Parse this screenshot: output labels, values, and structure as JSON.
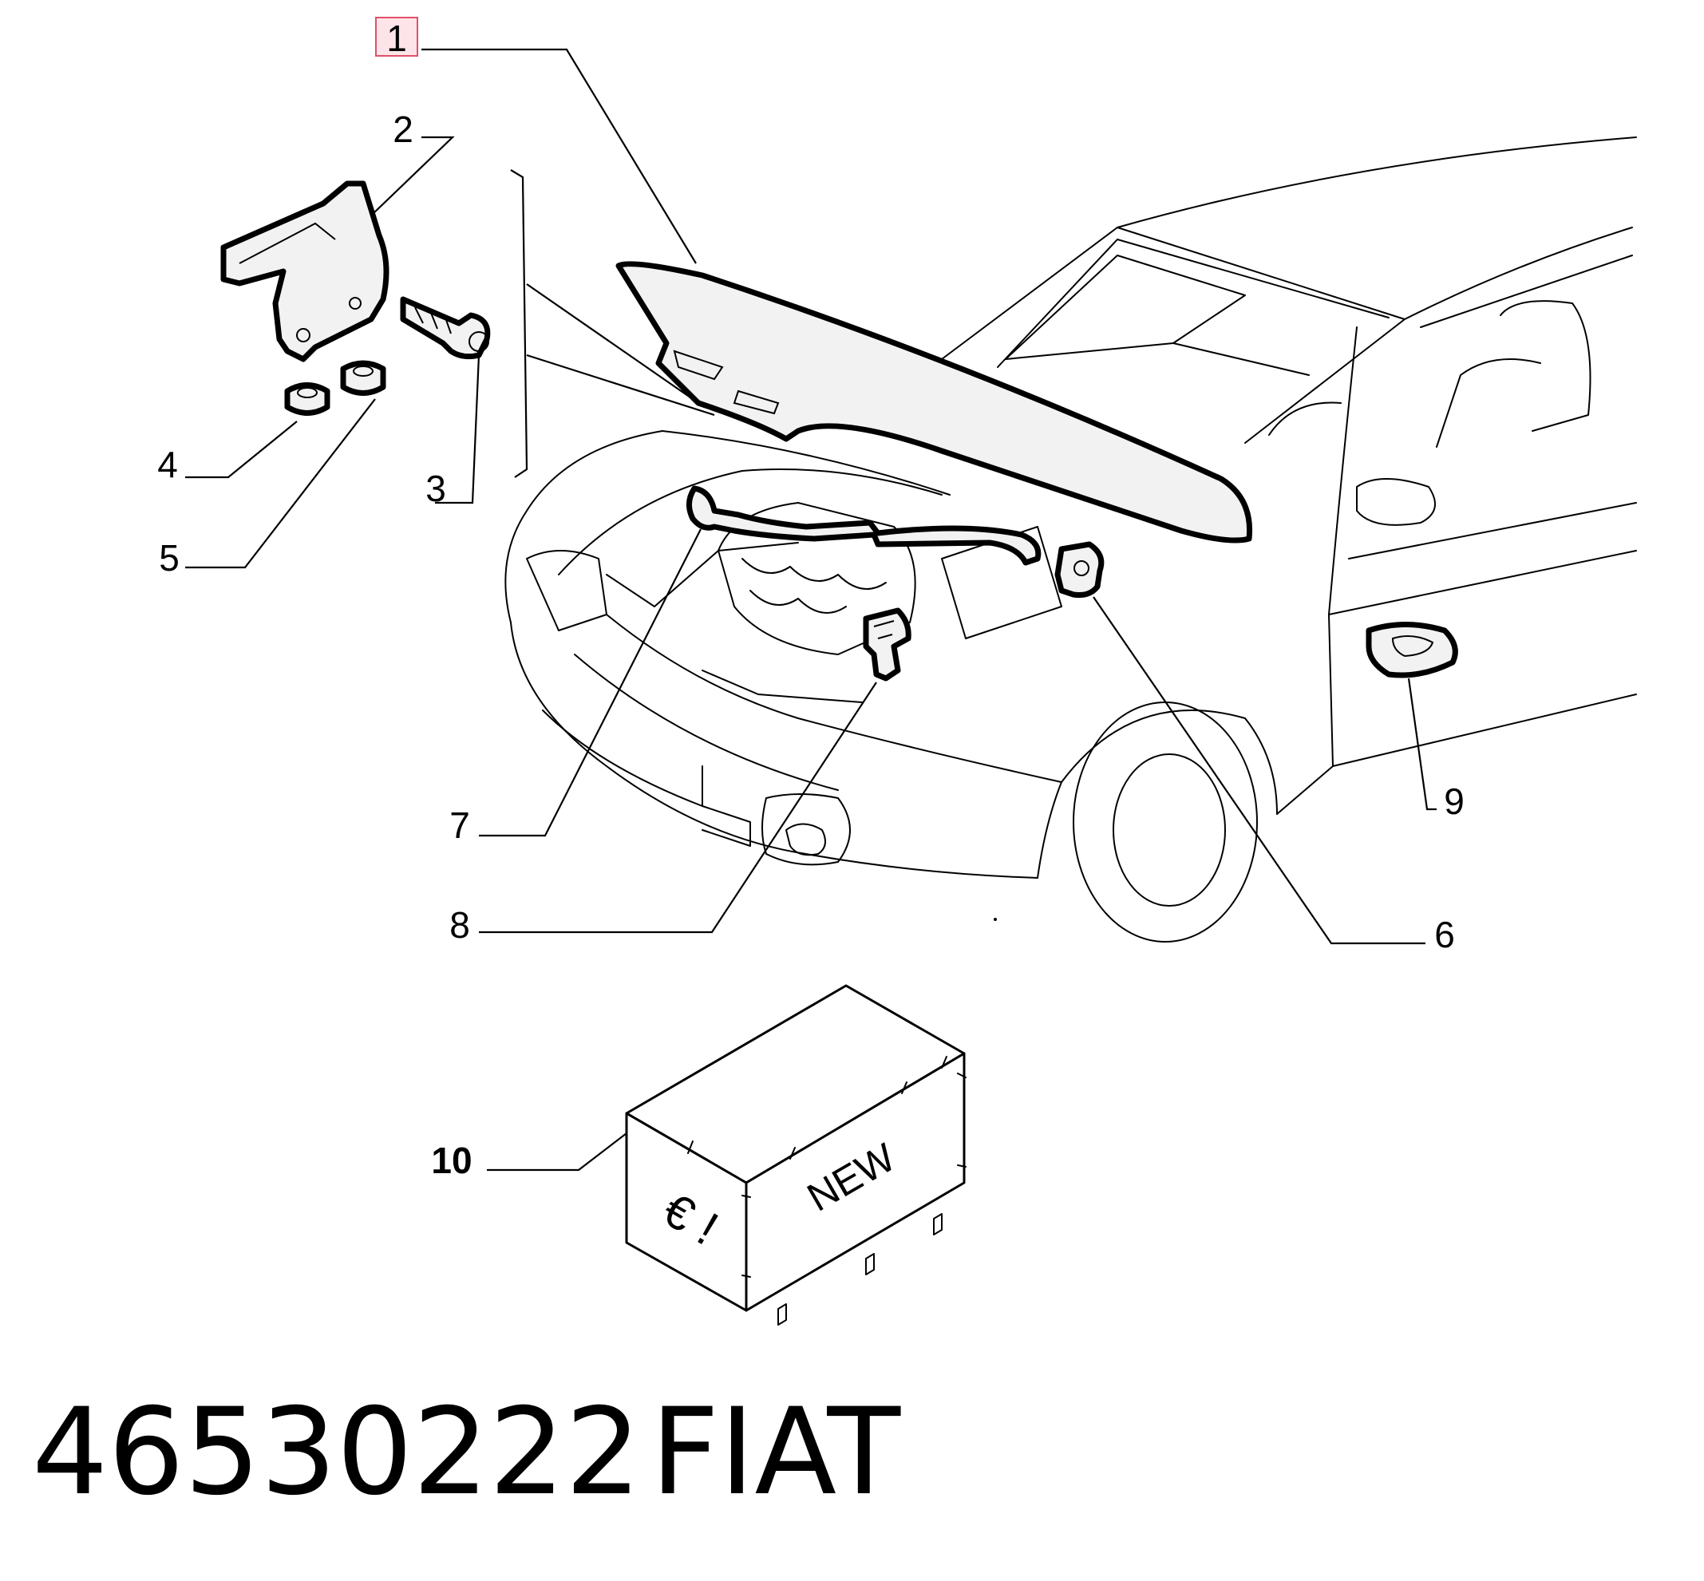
{
  "callouts": {
    "c1": "1",
    "c2": "2",
    "c3": "3",
    "c4": "4",
    "c5": "5",
    "c6": "6",
    "c7": "7",
    "c8": "8",
    "c9": "9",
    "c10": "10"
  },
  "crate": {
    "text_new": "NEW",
    "text_symbols": "€ !"
  },
  "footer": {
    "part_number": "46530222",
    "brand": "FIAT"
  },
  "colors": {
    "highlight_fill": "#fde4e8",
    "highlight_stroke": "#e0506a",
    "ink": "#000000"
  }
}
